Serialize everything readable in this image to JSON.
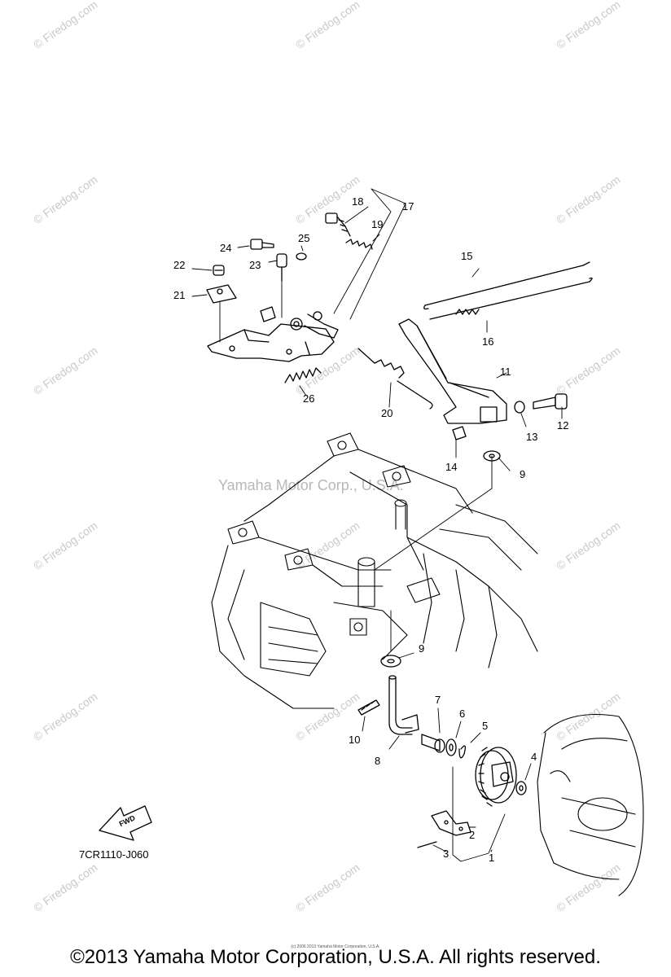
{
  "watermark": {
    "site": "© Firedog.com",
    "corporate": "Yamaha Motor Corp., U.S.A."
  },
  "diagram": {
    "reference_code": "7CR1110-J060",
    "fwd_label": "FWD",
    "callouts": [
      "1",
      "2",
      "3",
      "4",
      "5",
      "6",
      "7",
      "8",
      "9",
      "9",
      "10",
      "11",
      "12",
      "13",
      "14",
      "15",
      "16",
      "17",
      "18",
      "19",
      "20",
      "21",
      "22",
      "23",
      "24",
      "25",
      "26"
    ]
  },
  "footer": {
    "copyright": "©2013 Yamaha Motor Corporation, U.S.A. All rights reserved.",
    "fine_print": "(c) 2006 2013 Yamaha Motor Corporation, U.S.A."
  }
}
